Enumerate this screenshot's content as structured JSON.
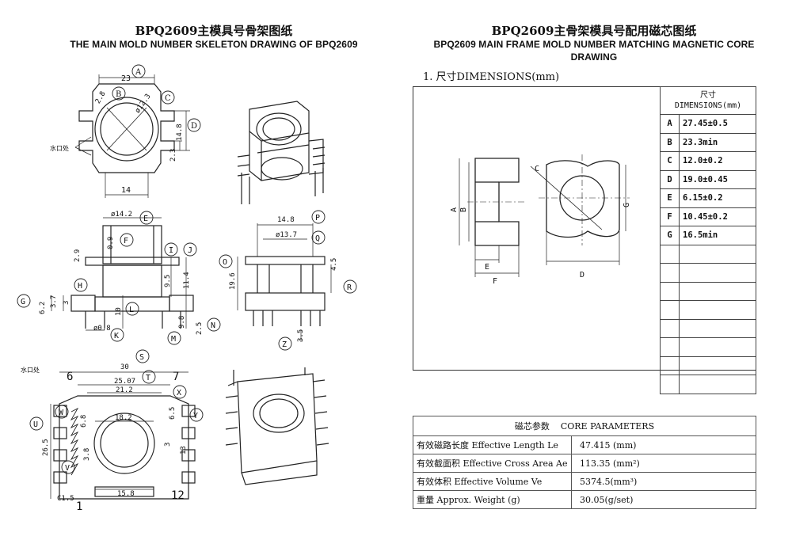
{
  "left_header": {
    "title_zh": "BPQ2609主模具号骨架图纸",
    "title_en": "THE MAIN MOLD NUMBER SKELETON DRAWING OF BPQ2609"
  },
  "right_header": {
    "title_zh": "BPQ2609主骨架模具号配用磁芯图纸",
    "title_en": "BPQ2609 MAIN FRAME MOLD NUMBER MATCHING MAGNETIC CORE DRAWING"
  },
  "core_section_title": "1. 尺寸DIMENSIONS(mm)",
  "dimension_table": {
    "header_zh": "尺寸",
    "header_en": "DIMENSIONS(mm)",
    "rows": [
      {
        "label": "A",
        "value": "27.45±0.5"
      },
      {
        "label": "B",
        "value": "23.3min"
      },
      {
        "label": "C",
        "value": "12.0±0.2"
      },
      {
        "label": "D",
        "value": "19.0±0.45"
      },
      {
        "label": "E",
        "value": "6.15±0.2"
      },
      {
        "label": "F",
        "value": "10.45±0.2"
      },
      {
        "label": "G",
        "value": "16.5min"
      }
    ],
    "empty_rows": 8
  },
  "core_parameters": {
    "header_zh": "磁芯参数",
    "header_en": "CORE PARAMETERS",
    "rows": [
      {
        "name": "有效磁路长度 Effective Length  Le",
        "value": "47.415  (mm)"
      },
      {
        "name": "有效截面积 Effective Cross Area Ae",
        "value": "113.35  (mm²)"
      },
      {
        "name": "有效体积 Effective Volume Ve",
        "value": "5374.5(mm³)"
      },
      {
        "name": "重量 Approx. Weight (g)",
        "value": "30.05(g/set)"
      }
    ]
  },
  "core_drawing_labels": {
    "A": "A",
    "B": "B",
    "C": "C",
    "D": "D",
    "E": "E",
    "F": "F",
    "G": "G"
  },
  "top_view": {
    "dim_23": "23",
    "dim_2_8": "2.8",
    "dim_phi12_3": "ø12.3",
    "dim_14_8": "14.8",
    "dim_2_3": "2.3",
    "dim_14": "14",
    "gate_label": "水口处",
    "callouts": [
      "A",
      "B",
      "C",
      "D"
    ]
  },
  "front_view": {
    "dim_phi14_2": "ø14.2",
    "dim_0_9": "0.9",
    "dim_2_9": "2.9",
    "dim_9_5": "9.5",
    "dim_11_4": "11.4",
    "dim_6_2": "6.2",
    "dim_3_7": "3.7",
    "dim_3": "3",
    "dim_10": "10",
    "dim_phi0_8": "ø0.8",
    "dim_9_8": "9.8",
    "dim_2_5": "2.5",
    "callouts": [
      "E",
      "F",
      "I",
      "J",
      "H",
      "G",
      "L",
      "K",
      "M",
      "N"
    ]
  },
  "side_view": {
    "dim_14_8": "14.8",
    "dim_phi13_7": "ø13.7",
    "dim_19_6": "19.6",
    "dim_4_5": "4.5",
    "dim_3_5": "3.5",
    "callouts": [
      "P",
      "Q",
      "O",
      "R",
      "Z"
    ]
  },
  "bottom_view": {
    "gate_label": "水口处",
    "dim_30": "30",
    "dim_25_07": "25.07",
    "dim_21_2": "21.2",
    "dim_18_2": "18.2",
    "dim_26_5": "26.5",
    "dim_6_8": "6.8",
    "dim_6_5": "6.5",
    "dim_3_8": "3.8",
    "dim_3": "3",
    "dim_13": "13",
    "dim_15_8": "15.8",
    "dim_c1_5": "C1.5",
    "pin_6": "6",
    "pin_7": "7",
    "pin_1": "1",
    "pin_12": "12",
    "callouts": [
      "S",
      "T",
      "X",
      "Y",
      "U",
      "W",
      "V"
    ]
  }
}
